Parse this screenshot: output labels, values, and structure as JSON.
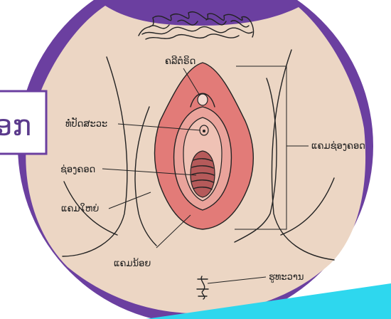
{
  "colors": {
    "purple": "#6b3fa0",
    "skin": "#ecd6c4",
    "outer_pink": "#e27b78",
    "inner_pink": "#eaa39b",
    "canal": "#b55a5a",
    "accent_cyan": "#2ed7ee"
  },
  "partial_box_text": "ອກ",
  "labels": {
    "clitoris": "ຄລີຕໍຣິດ",
    "urethra": "ທໍ່ປັດສະວະ",
    "vaginal_opening": "ຊ່ອງຄອດ",
    "labia_majora": "ແຄມໃຫຍ່",
    "labia_minora": "ແຄມນ້ອຍ",
    "anus": "ຮູທະວານ",
    "vulva_side": "ແຄມຊ່ອງຄອດ"
  },
  "icons": [
    "pubic-hair-icon",
    "arrow-icon",
    "anus-icon"
  ]
}
